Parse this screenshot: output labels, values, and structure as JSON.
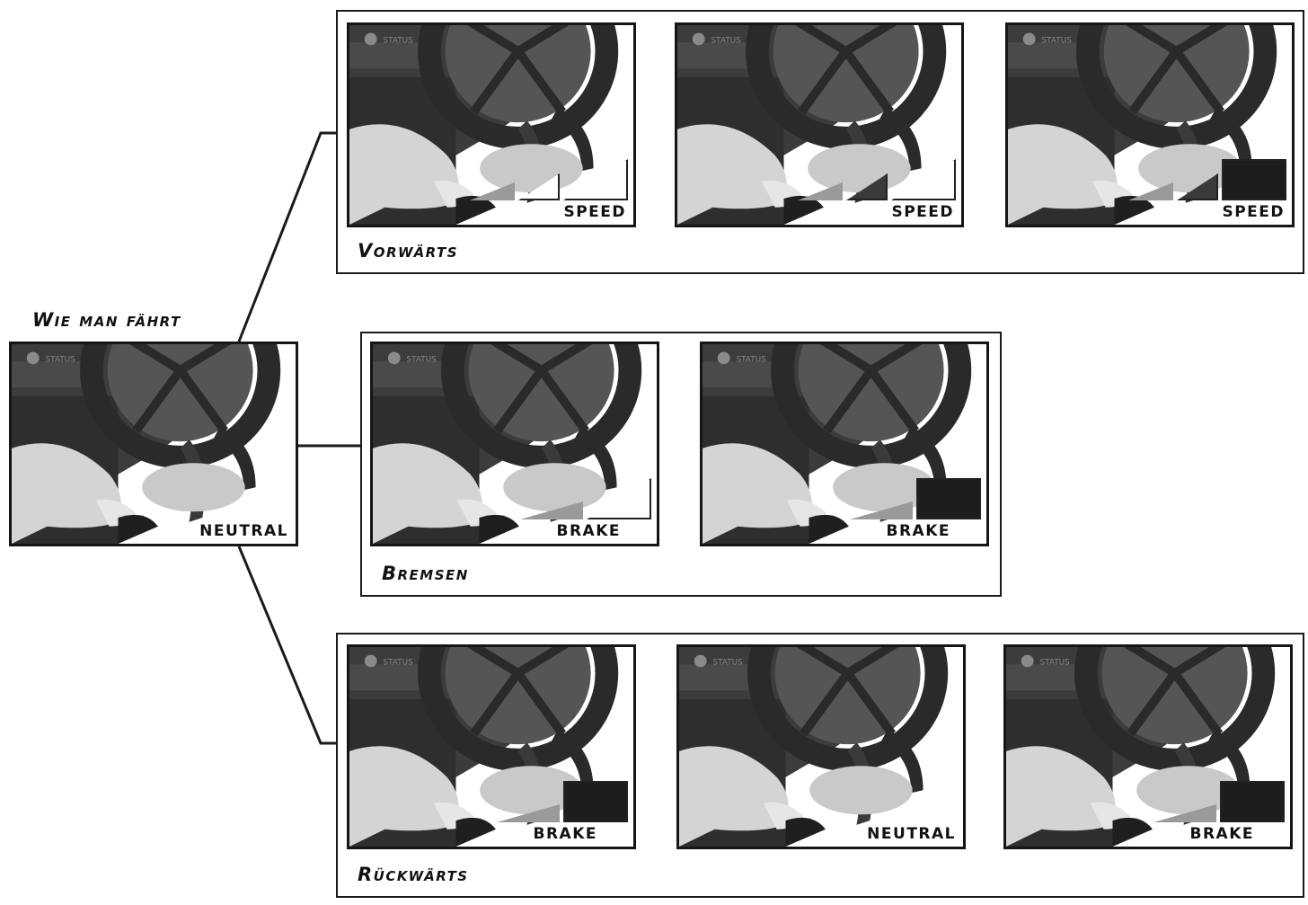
{
  "title": "Wie man fährt",
  "colors": {
    "line": "#1a1a1a",
    "photo_shadow": "#2b2b2b",
    "skin": "#d8d8d8",
    "bar_light": "#9a9a9a",
    "bar_dark": "#3a3a3a",
    "bar_black": "#1d1d1d"
  },
  "start_panel": {
    "label": "NEUTRAL"
  },
  "groups": {
    "forward": {
      "label": "Vorwärts",
      "panels": [
        {
          "label": "SPEED",
          "level": 1
        },
        {
          "label": "SPEED",
          "level": 2
        },
        {
          "label": "SPEED",
          "level": 3
        }
      ]
    },
    "brake": {
      "label": "Bremsen",
      "panels": [
        {
          "label": "BRAKE",
          "level": 1
        },
        {
          "label": "BRAKE",
          "level": 2
        }
      ]
    },
    "reverse": {
      "label": "Rückwärts",
      "panels": [
        {
          "label": "BRAKE",
          "level": 2
        },
        {
          "label": "NEUTRAL",
          "level": 0
        },
        {
          "label": "BRAKE",
          "level": 2
        }
      ]
    }
  }
}
